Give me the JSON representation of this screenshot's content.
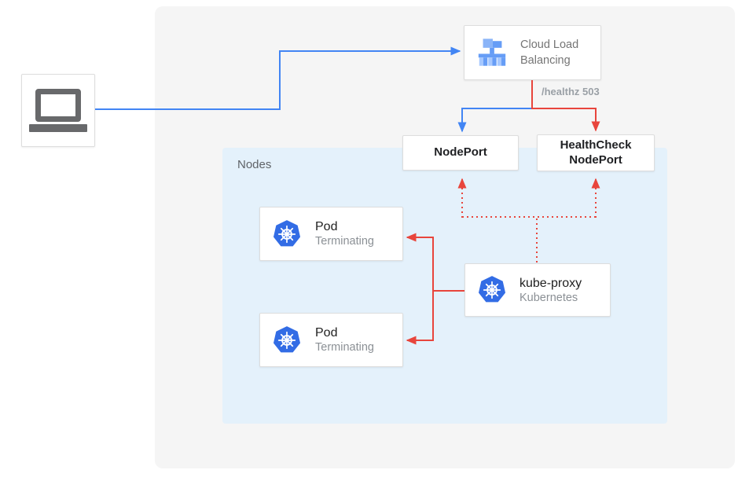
{
  "colors": {
    "blue": "#4285F4",
    "red": "#E8453C",
    "panelBg": "#F5F5F5",
    "nodesBg": "#E4F1FB",
    "boxBorder": "#DDDDDD",
    "titleText": "#212121",
    "subtitleText": "#8B9095",
    "labelGray": "#9AA0A6",
    "k8sBlue": "#326CE5",
    "laptopGray": "#68696B"
  },
  "icons": {
    "client": "laptop-icon",
    "load_balancer": "cloud-load-balancing-icon",
    "pods": "kubernetes-icon",
    "kube_proxy": "kubernetes-icon"
  },
  "cloud_load_balancing": {
    "label": "Cloud Load Balancing"
  },
  "connections": {
    "health_check_label": "/healthz 503"
  },
  "nodeport": {
    "label": "NodePort"
  },
  "healthcheck_nodeport": {
    "label": "HealthCheck NodePort"
  },
  "nodes_group": {
    "label": "Nodes"
  },
  "pods": [
    {
      "title": "Pod",
      "status": "Terminating"
    },
    {
      "title": "Pod",
      "status": "Terminating"
    }
  ],
  "kube_proxy": {
    "title": "kube-proxy",
    "subtitle": "Kubernetes"
  }
}
